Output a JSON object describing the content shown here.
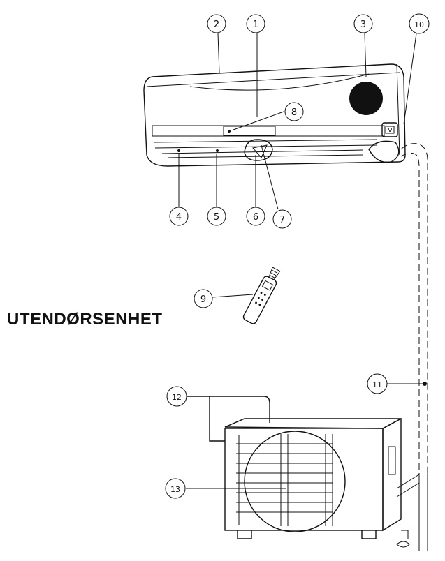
{
  "title": "UTENDØRSENHET",
  "callouts": [
    {
      "id": "1",
      "label": "①"
    },
    {
      "id": "2",
      "label": "②"
    },
    {
      "id": "3",
      "label": "③"
    },
    {
      "id": "4",
      "label": "④"
    },
    {
      "id": "5",
      "label": "⑤"
    },
    {
      "id": "6",
      "label": "⑥"
    },
    {
      "id": "7",
      "label": "⑦"
    },
    {
      "id": "8",
      "label": "⑧"
    },
    {
      "id": "9",
      "label": "⑨"
    },
    {
      "id": "10",
      "label": "⑩"
    },
    {
      "id": "11",
      "label": "⑪"
    },
    {
      "id": "12",
      "label": "⑫"
    },
    {
      "id": "13",
      "label": "⑬"
    }
  ]
}
